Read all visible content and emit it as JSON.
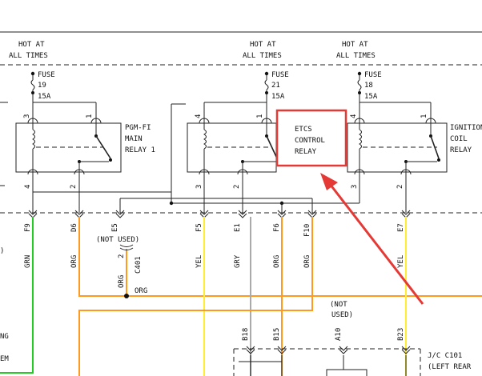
{
  "hot_labels": [
    {
      "line1": "HOT AT",
      "line2": "ALL TIMES"
    },
    {
      "line1": "HOT AT",
      "line2": "ALL TIMES"
    },
    {
      "line1": "HOT AT",
      "line2": "ALL TIMES"
    }
  ],
  "fuses": [
    {
      "word": "FUSE",
      "number": "19",
      "amps": "15A"
    },
    {
      "word": "FUSE",
      "number": "21",
      "amps": "15A"
    },
    {
      "word": "FUSE",
      "number": "18",
      "amps": "15A"
    }
  ],
  "relays": [
    {
      "line1": "PGM-FI",
      "line2": "MAIN",
      "line3": "RELAY 1",
      "pin_left": "3",
      "pin_right": "1",
      "pin_bl": "4",
      "pin_br": "2"
    },
    {
      "line1": "ETCS",
      "line2": "CONTROL",
      "line3": "RELAY",
      "pin_left": "4",
      "pin_right": "1",
      "pin_bl": "3",
      "pin_br": "2"
    },
    {
      "line1": "IGNITION",
      "line2": "COIL",
      "line3": "RELAY",
      "pin_left": "4",
      "pin_right": "1",
      "pin_bl": "3",
      "pin_br": "2"
    }
  ],
  "terminals": [
    {
      "pin": "F9",
      "color": "GRN"
    },
    {
      "pin": "D6",
      "color": "ORG"
    },
    {
      "pin": "E5",
      "color": ""
    },
    {
      "pin": "F5",
      "color": "YEL"
    },
    {
      "pin": "E1",
      "color": "GRY"
    },
    {
      "pin": "F6",
      "color": "ORG"
    },
    {
      "pin": "F10",
      "color": "ORG"
    },
    {
      "pin": "E7",
      "color": "YEL"
    }
  ],
  "not_used_1": "(NOT USED)",
  "connector_c401": {
    "pin": "2",
    "name": "C401",
    "color": "ORG"
  },
  "org_junction_label": "ORG",
  "not_used_2": {
    "line1": "(NOT",
    "line2": "USED)"
  },
  "jc_pins": [
    "B18",
    "B15",
    "A10",
    "B23"
  ],
  "jc_label": {
    "line1": "J/C C101",
    "line2": "(LEFT REAR"
  },
  "left_edge_text": {
    "top": ")",
    "mid1": "NG",
    "mid2": "EM"
  },
  "wire_colors": {
    "green": "#22cc22",
    "orange": "#ff9a1f",
    "yellow": "#ffee33",
    "gray": "#aaaaaa",
    "highlight": "#e53935"
  }
}
